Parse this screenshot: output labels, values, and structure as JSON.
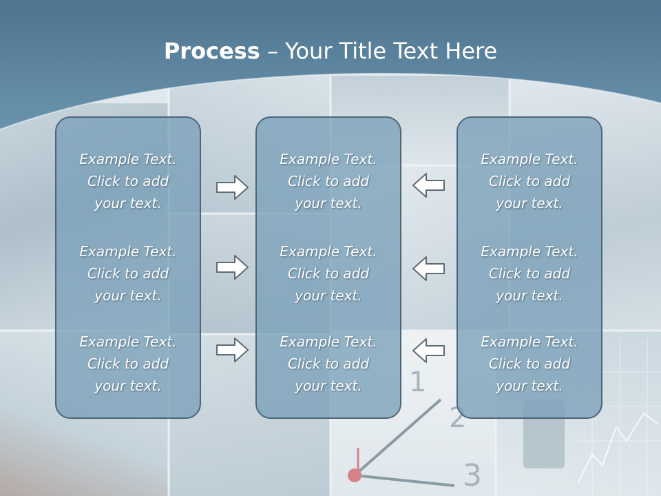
{
  "slide": {
    "title_bold": "Process",
    "title_rest": " – Your Title Text Here"
  },
  "panels": [
    {
      "items": [
        "Example Text.\nClick  to add\nyour text.",
        "Example Text.\nClick  to add\nyour text.",
        "Example Text.\nClick  to add\nyour text."
      ]
    },
    {
      "items": [
        "Example Text.\nClick  to add\nyour text.",
        "Example Text.\nClick  to add\nyour text.",
        "Example Text.\nClick  to add\nyour text."
      ]
    },
    {
      "items": [
        "Example Text.\nClick  to add\nyour text.",
        "Example Text.\nClick  to add\nyour text.",
        "Example Text.\nClick  to add\nyour text."
      ]
    }
  ],
  "arrows": {
    "left_column": [
      "right-arrow-icon",
      "right-arrow-icon",
      "right-arrow-icon"
    ],
    "right_column": [
      "left-arrow-icon",
      "left-arrow-icon",
      "left-arrow-icon"
    ]
  },
  "background": {
    "clock_numerals": [
      "1",
      "2",
      "3"
    ]
  },
  "colors": {
    "header": "#5f87a1",
    "panel_fill": "#7aa0b9",
    "panel_border": "#4d6577",
    "text": "#ffffff"
  }
}
